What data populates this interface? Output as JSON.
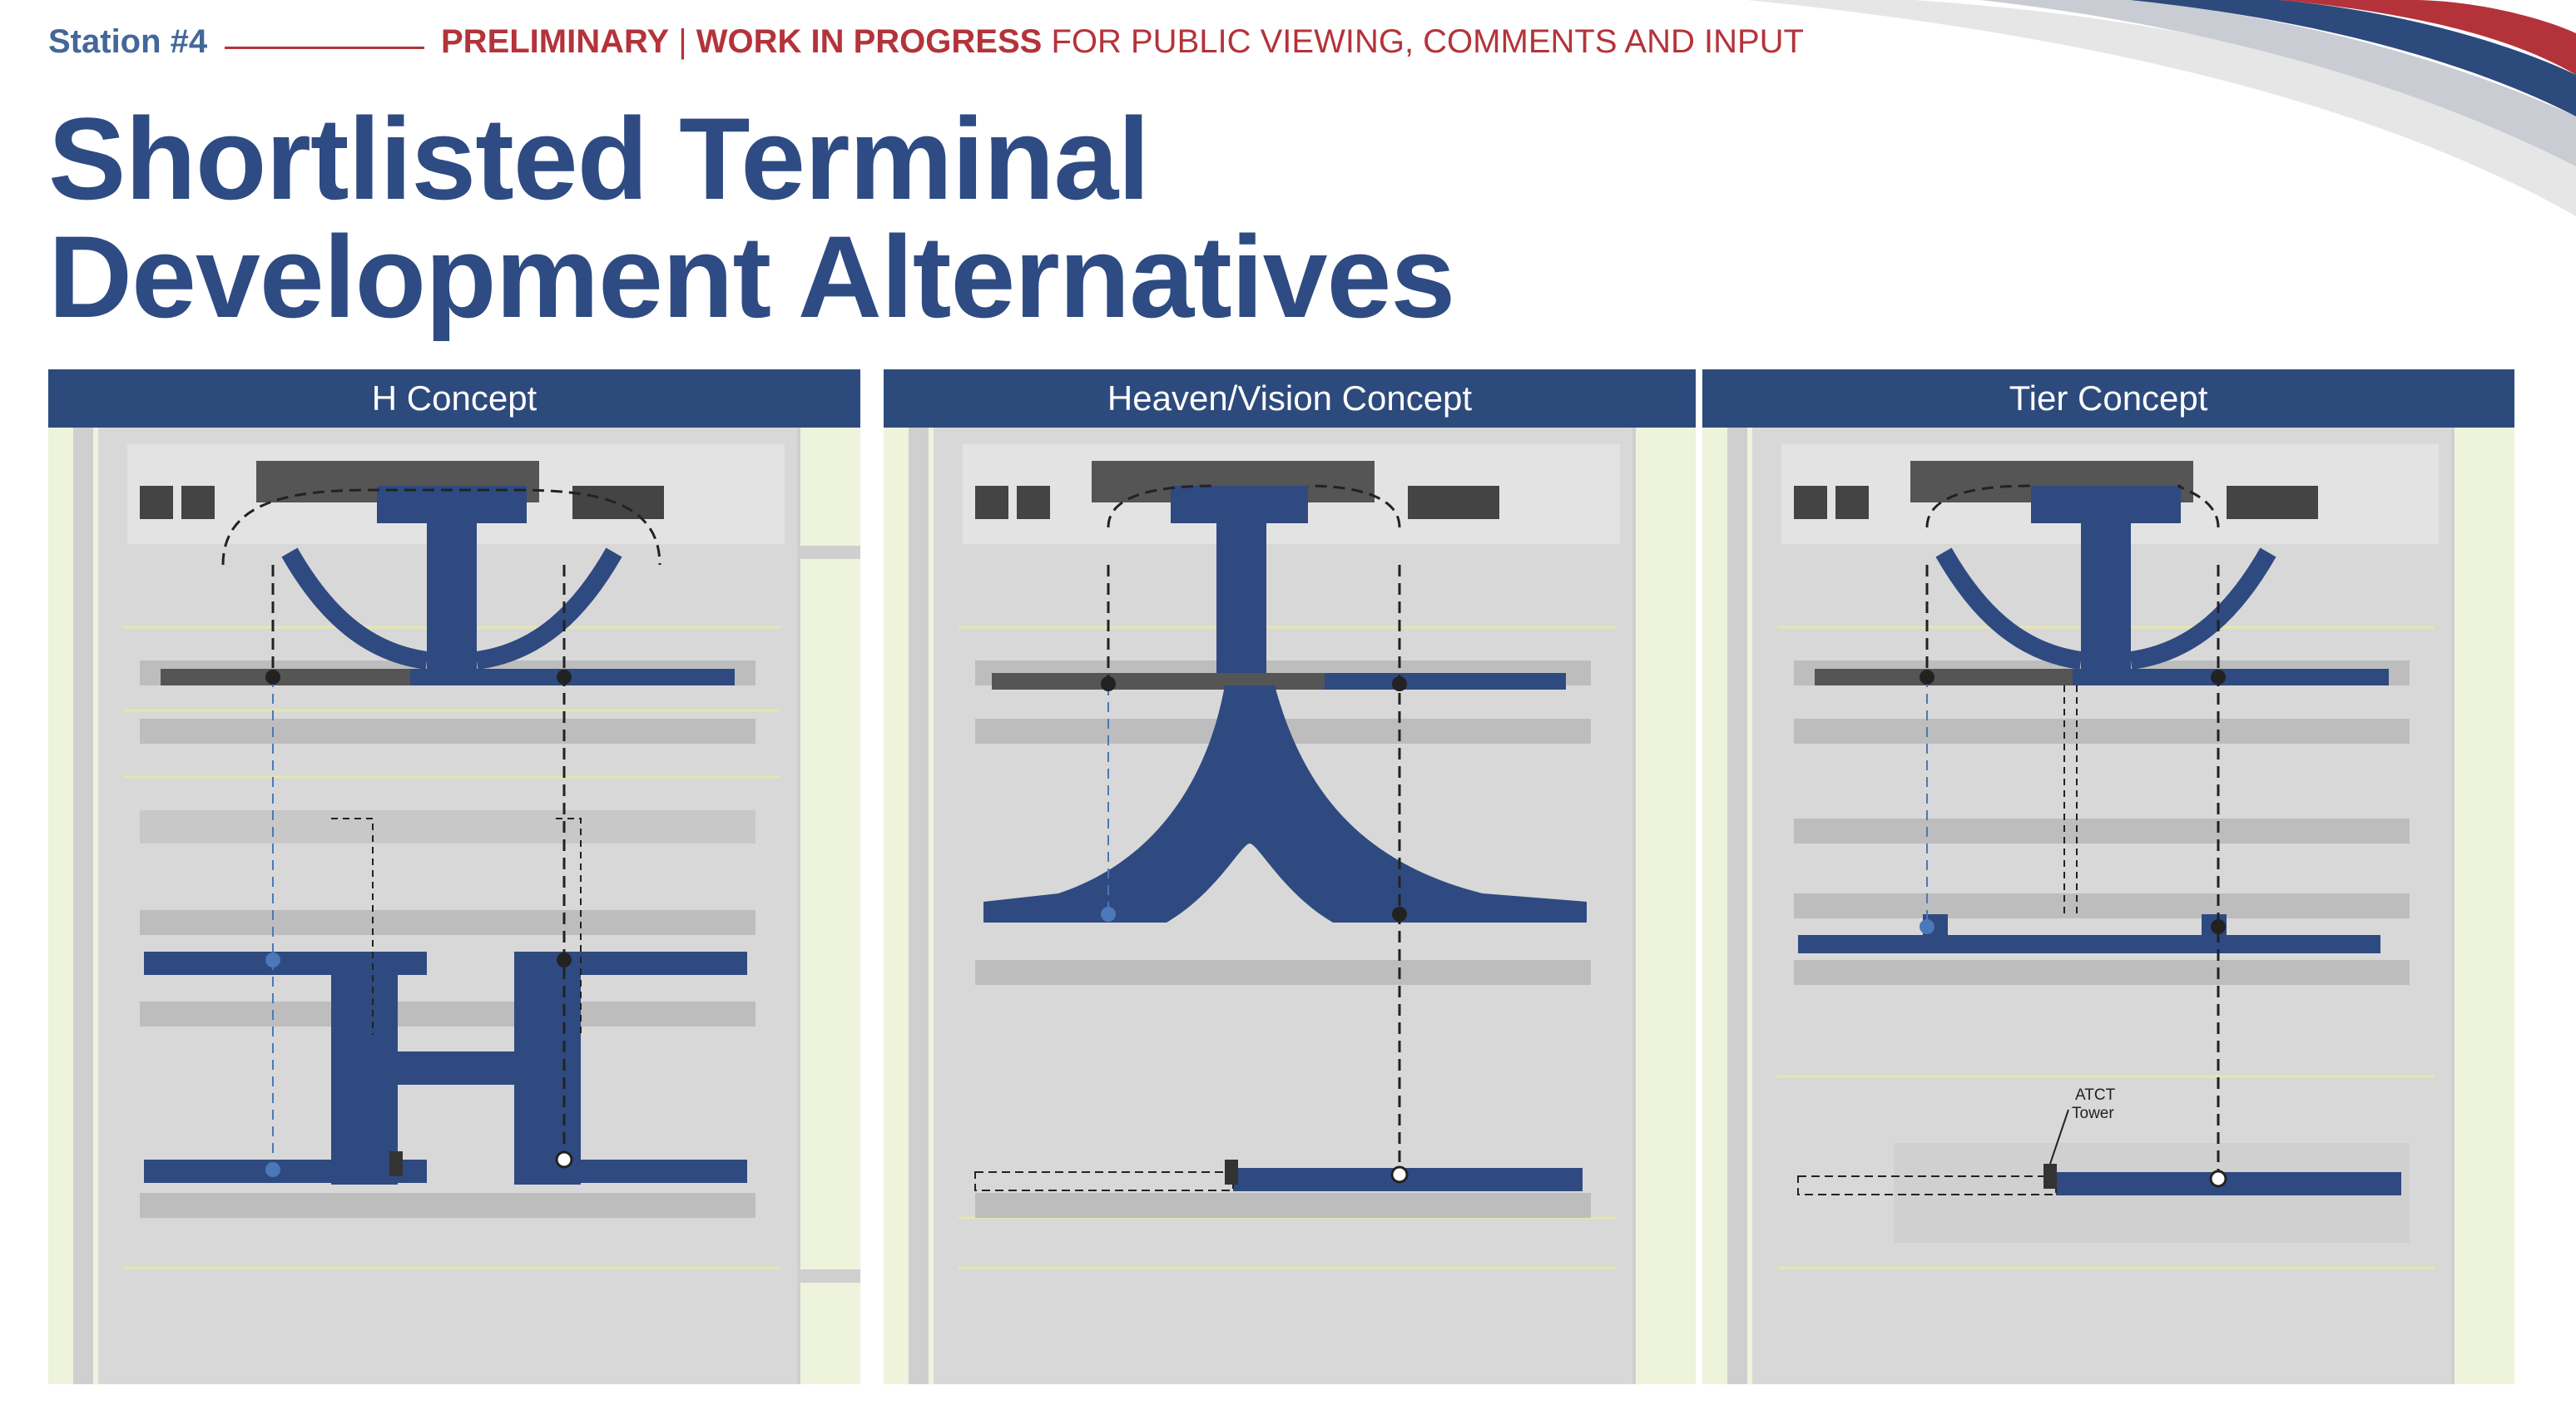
{
  "header": {
    "station": "Station #4",
    "banner_strong_1": "PRELIMINARY",
    "banner_sep": "|",
    "banner_strong_2": "WORK IN PROGRESS",
    "banner_rest": "FOR PUBLIC VIEWING, COMMENTS AND INPUT",
    "title_line_1": "Shortlisted Terminal",
    "title_line_2": "Development Alternatives"
  },
  "panels": [
    {
      "title": "H Concept"
    },
    {
      "title": "Heaven/Vision Concept"
    },
    {
      "title": "Tier Concept",
      "atct_label_1": "ATCT",
      "atct_label_2": "Tower"
    }
  ],
  "colors": {
    "brand_blue": "#2e4b83",
    "header_blue": "#2d4a7c",
    "terminal_blue": "#2f4a80",
    "accent_red": "#b4333a",
    "grass": "#eef3dc",
    "apron": "#d9d9d9"
  }
}
